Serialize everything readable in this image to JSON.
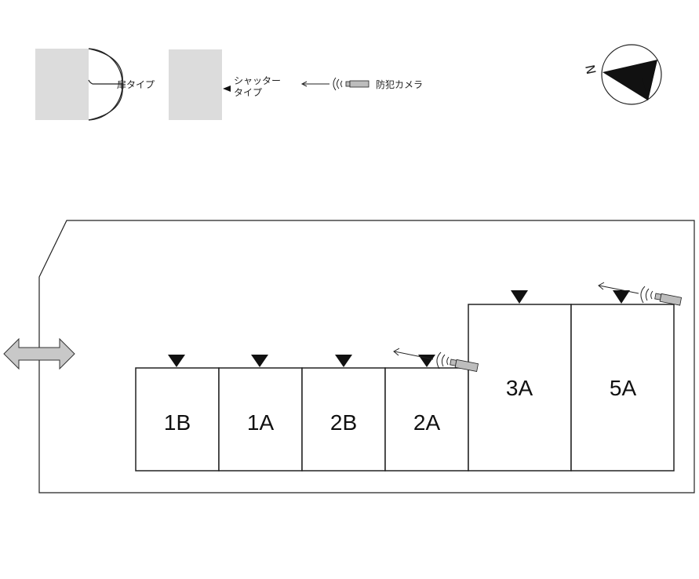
{
  "legend": {
    "door_type_label": "扉タイプ",
    "shutter_type_label_line1": "シャッター",
    "shutter_type_label_line2": "タイプ",
    "camera_label": "防犯カメラ"
  },
  "compass": {
    "north_label": "N"
  },
  "units": [
    {
      "id": "1B",
      "label": "1B",
      "entrance": "shutter"
    },
    {
      "id": "1A",
      "label": "1A",
      "entrance": "shutter"
    },
    {
      "id": "2B",
      "label": "2B",
      "entrance": "shutter"
    },
    {
      "id": "2A",
      "label": "2A",
      "entrance": "shutter"
    },
    {
      "id": "3A",
      "label": "3A",
      "entrance": "shutter"
    },
    {
      "id": "5A",
      "label": "5A",
      "entrance": "shutter"
    }
  ],
  "cameras": [
    {
      "location": "between-2A-and-3A"
    },
    {
      "location": "above-5A-right"
    }
  ],
  "colors": {
    "legend_fill": "#dcdcdc",
    "line": "#222222",
    "arrow_fill": "#c8c8c8",
    "camera_fill": "#bdbdbd"
  }
}
